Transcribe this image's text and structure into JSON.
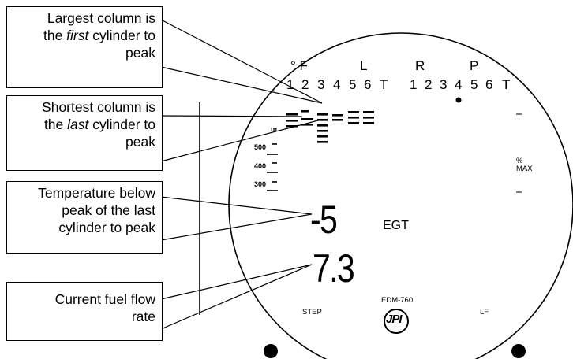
{
  "callouts": [
    {
      "lines": [
        "Largest column is",
        "the |first| cylinder to",
        "peak"
      ]
    },
    {
      "lines": [
        "Shortest column is",
        "the |last| cylinder to",
        "peak"
      ]
    },
    {
      "lines": [
        "Temperature below",
        "peak of the last",
        "cylinder to peak"
      ]
    },
    {
      "lines": [
        "Current fuel flow",
        "rate"
      ]
    }
  ],
  "display": {
    "degree_f": "° F",
    "left_label": "L",
    "right_label": "R",
    "p_label": "P",
    "left_cylinders": [
      "1",
      "2",
      "3",
      "4",
      "5",
      "6",
      "T"
    ],
    "right_cylinders": [
      "1",
      "2",
      "3",
      "4",
      "5",
      "6",
      "T"
    ],
    "scale_labels": [
      "500",
      "400",
      "300"
    ],
    "scale_partial": "m",
    "percent_max": [
      "%",
      "MAX"
    ],
    "temp_value": "-5",
    "temp_unit": "EGT",
    "fuel_value": "7.3",
    "step_label": "STEP",
    "model_label": "EDM-760",
    "lf_label": "LF",
    "logo_text": "JPI"
  },
  "bar_columns": {
    "description_stacks": [
      3,
      3,
      6,
      2,
      3,
      3
    ],
    "peaked_right_index": 3
  },
  "colors": {
    "ink": "#000000",
    "background": "#ffffff"
  }
}
